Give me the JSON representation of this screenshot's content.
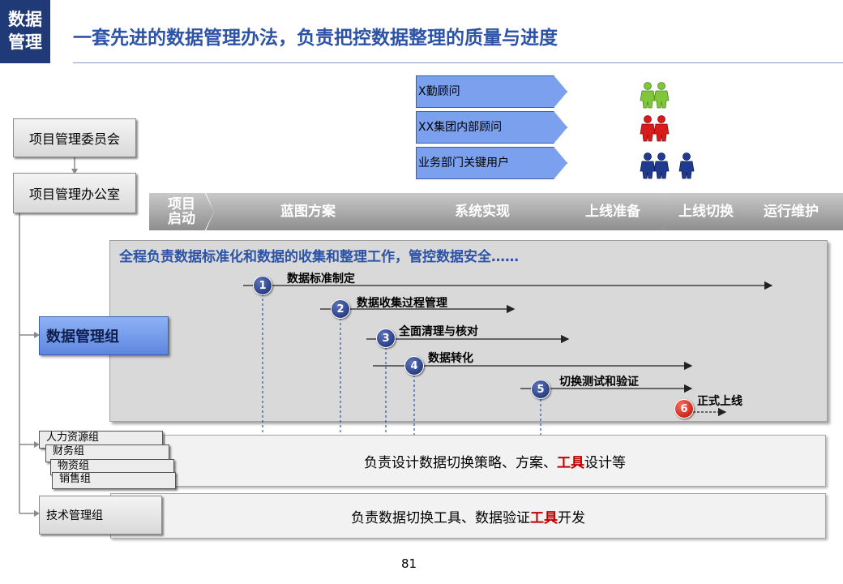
{
  "header": {
    "badge_line1": "数据",
    "badge_line2": "管理",
    "title": "一套先进的数据管理办法，负责把控数据整理的质量与进度"
  },
  "legend": [
    {
      "label": "X勤顾问",
      "icon": "people-icon",
      "color": "#7fc63a"
    },
    {
      "label": "XX集团内部顾问",
      "icon": "people-icon",
      "color": "#d81c1c"
    },
    {
      "label": "业务部门关键用户",
      "icon": "people-icon",
      "color": "#1f3a8f"
    }
  ],
  "org": {
    "committee": "项目管理委员会",
    "office": "项目管理办公室",
    "data_group": "数据管理组",
    "business_groups": [
      "人力资源组",
      "财务组",
      "物资组",
      "销售组"
    ],
    "tech_group": "技术管理组"
  },
  "phases": [
    {
      "label1": "项目",
      "label2": "启动"
    },
    {
      "label1": "蓝图方案",
      "label2": ""
    },
    {
      "label1": "系统实现",
      "label2": ""
    },
    {
      "label1": "上线准备",
      "label2": ""
    },
    {
      "label1": "上线切换",
      "label2": ""
    },
    {
      "label1": "运行维护",
      "label2": ""
    }
  ],
  "panel": {
    "heading": "全程负责数据标准化和数据的收集和整理工作，管控数据安全……"
  },
  "steps": [
    {
      "num": "1",
      "label": "数据标准制定"
    },
    {
      "num": "2",
      "label": "数据收集过程管理"
    },
    {
      "num": "3",
      "label": "全面清理与核对"
    },
    {
      "num": "4",
      "label": "数据转化"
    },
    {
      "num": "5",
      "label": "切换测试和验证"
    },
    {
      "num": "6",
      "label": "正式上线"
    }
  ],
  "bands": {
    "business_text_pre": "负责设计数据切换策略、方案、",
    "business_text_hl": "工具",
    "business_text_post": "设计等",
    "tech_text_pre": "负责数据切换工具、数据验证",
    "tech_text_hl": "工具",
    "tech_text_post": "开发"
  },
  "page_number": "81",
  "colors": {
    "title_blue": "#2d53a6",
    "badge_navy": "#1f3a77",
    "highlight_red": "#c00000",
    "legend_blue": "#7ba0ee"
  }
}
